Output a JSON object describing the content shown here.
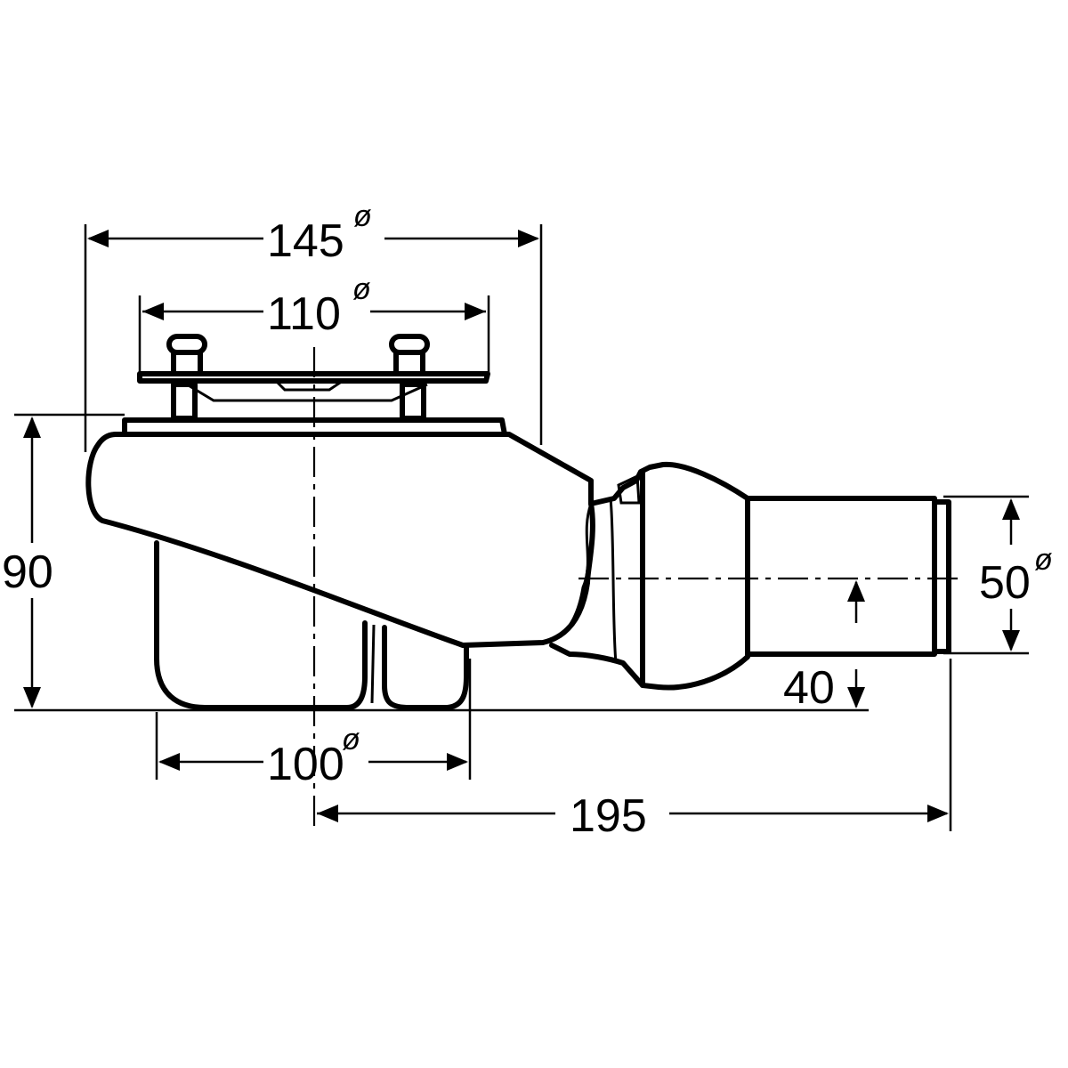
{
  "dimensions": {
    "top_diameter": {
      "value": "145",
      "symbol": "ø"
    },
    "grate_diameter": {
      "value": "110",
      "symbol": "ø"
    },
    "height": {
      "value": "90"
    },
    "outlet_diameter": {
      "value": "50",
      "symbol": "ø"
    },
    "outlet_height": {
      "value": "40"
    },
    "bottom_diameter": {
      "value": "100",
      "symbol": "ø"
    },
    "length": {
      "value": "195"
    }
  }
}
